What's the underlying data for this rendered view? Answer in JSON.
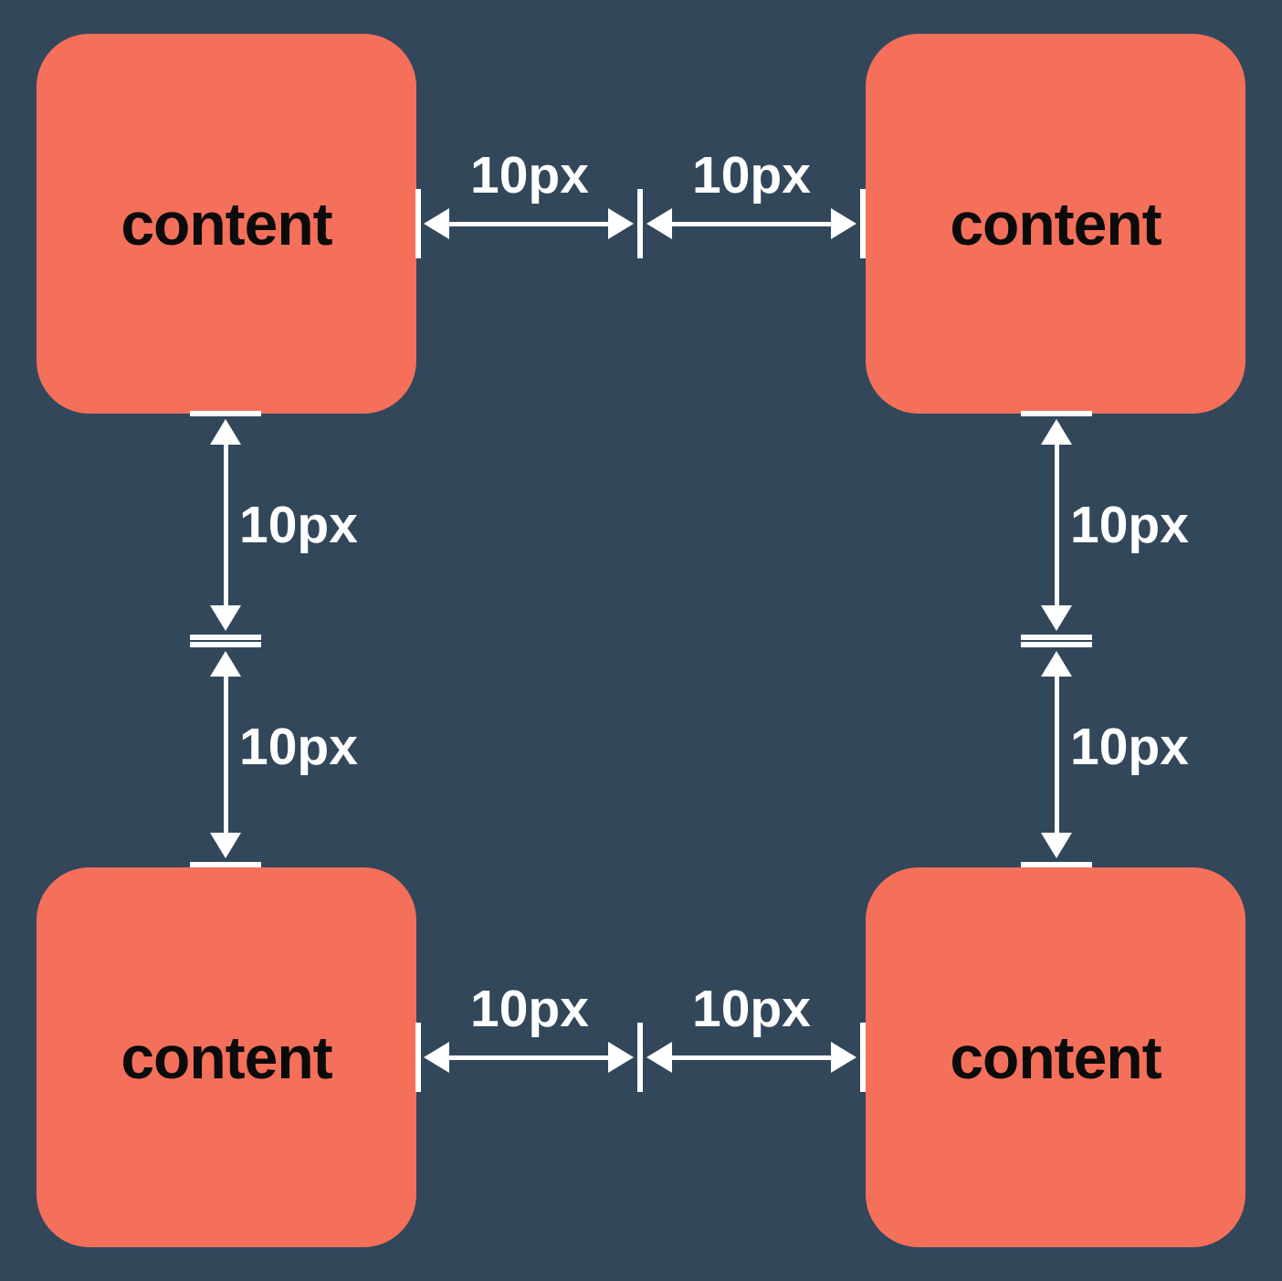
{
  "diagram": {
    "boxes": [
      {
        "label": "content"
      },
      {
        "label": "content"
      },
      {
        "label": "content"
      },
      {
        "label": "content"
      }
    ],
    "arrows": {
      "top": [
        {
          "label": "10px"
        },
        {
          "label": "10px"
        }
      ],
      "bottom": [
        {
          "label": "10px"
        },
        {
          "label": "10px"
        }
      ],
      "left": [
        {
          "label": "10px"
        },
        {
          "label": "10px"
        }
      ],
      "right": [
        {
          "label": "10px"
        },
        {
          "label": "10px"
        }
      ]
    },
    "colors": {
      "background": "#33475B",
      "box_fill": "#F4705A",
      "box_text": "#0B0B0B",
      "arrow": "#FFFFFF"
    }
  }
}
